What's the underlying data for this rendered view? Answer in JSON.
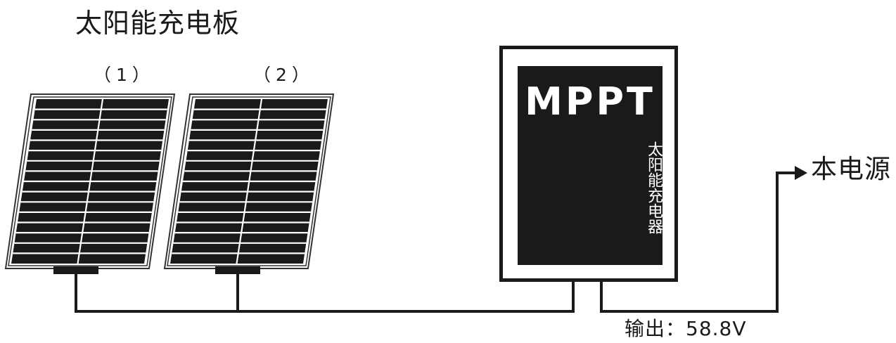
{
  "title": "太阳能充电板",
  "panels": [
    {
      "label": "（1）"
    },
    {
      "label": "（2）"
    }
  ],
  "controller": {
    "title": "MPPT",
    "subtitle": "太阳能充电器"
  },
  "destination": "本电源",
  "output": "输出：58.8V",
  "colors": {
    "ink": "#1a1a1a",
    "background": "#ffffff"
  }
}
